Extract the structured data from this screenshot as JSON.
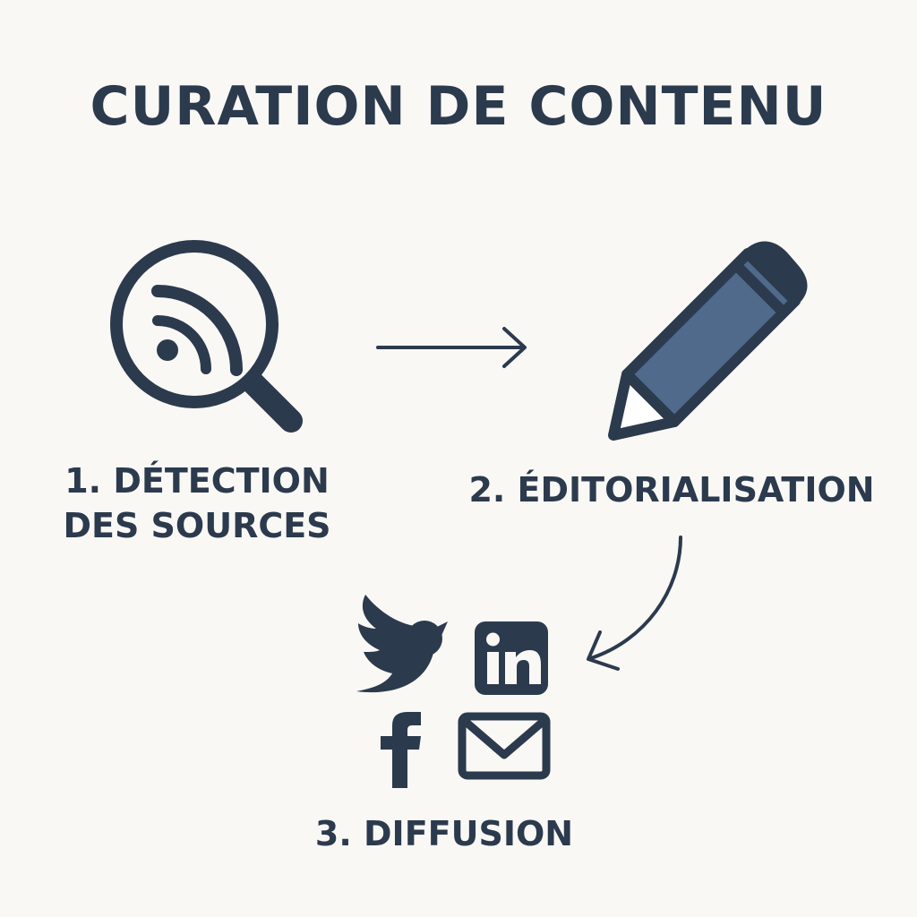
{
  "title": "CURATION DE CONTENU",
  "steps": [
    {
      "line1": "1. DÉTECTION",
      "line2": "DES SOURCES",
      "icon": "rss-search-icon"
    },
    {
      "line1": "2. ÉDITORIALISATION",
      "icon": "pencil-icon"
    },
    {
      "line1": "3. DIFFUSION",
      "icons": [
        "twitter-icon",
        "linkedin-icon",
        "facebook-icon",
        "email-icon"
      ]
    }
  ],
  "linkedin_text": "in",
  "facebook_text": "f",
  "colors": {
    "background": "#f9f8f5",
    "ink": "#2c3a4d",
    "pencil_fill": "#4f6a8a"
  }
}
